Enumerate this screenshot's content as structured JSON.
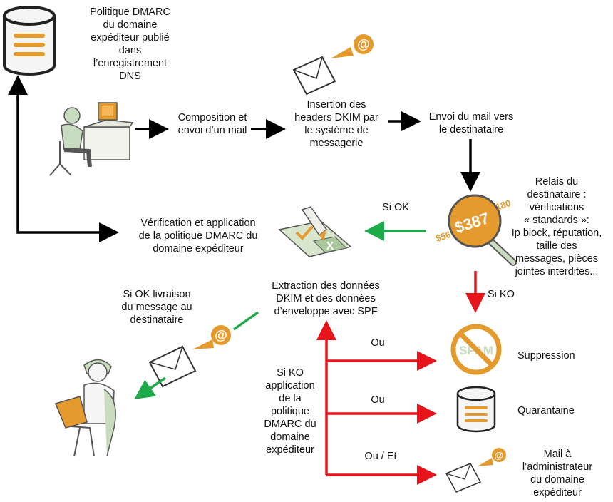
{
  "labels": {
    "dmarc_dns": "Politique DMARC\ndu domaine\nexpéditeur publié\ndans\nl’enregistrement\nDNS",
    "compose": "Composition et\nenvoi d’un mail",
    "dkim_insert": "Insertion des\nheaders DKIM par\nle système de\nmessagerie",
    "send": "Envoi du mail vers\nle destinataire",
    "relay": "Relais du\ndestinataire :\nvérifications\n« standards »:\nIp block, réputation,\ntaille des\nmessages, pièces\njointes interdites...",
    "si_ok_top": "Si OK",
    "verify": "Vérification et application\nde la politique DMARC du\ndomaine expéditeur",
    "si_ko_top": "Si KO",
    "extract": "Extraction des données\nDKIM et des données\nd’enveloppe avec SPF",
    "deliver": "Si OK livraison\ndu message au\ndestinataire",
    "si_ko_policy": "Si KO\napplication\nde la\npolitique\nDMARC du\ndomaine\nexpéditeur",
    "ou1": "Ou",
    "ou2": "Ou",
    "ou_et": "Ou / Et",
    "suppression": "Suppression",
    "quarantaine": "Quarantaine",
    "mail_admin": "Mail à\nl’administrateur\ndu domaine\nexpéditeur"
  },
  "icons": {
    "spam_text": "SPAM",
    "magnifier_text": "$387",
    "magnifier_left": "$56",
    "magnifier_right": "180",
    "at_symbol": "@"
  },
  "colors": {
    "black_arrow": "#000000",
    "green_arrow": "#1faa4a",
    "red_arrow": "#e8141c",
    "orange": "#e59a2e",
    "person_green": "#c8dcc0"
  }
}
